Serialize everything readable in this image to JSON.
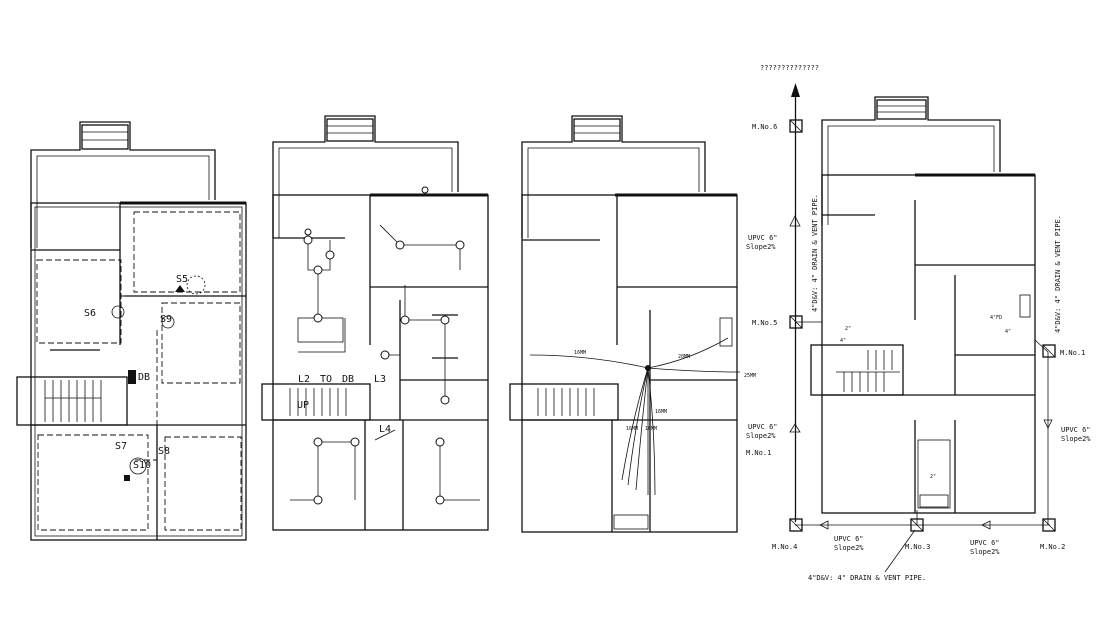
{
  "plan1": {
    "switches": [
      "S5",
      "S6",
      "S9",
      "S7",
      "S8",
      "S10"
    ],
    "db": "DB"
  },
  "plan2": {
    "lights": [
      "L2",
      "L3",
      "L4"
    ],
    "db": "DB",
    "up": "UP",
    "to": "TO"
  },
  "plan3": {
    "pipes": [
      "16MM",
      "20MM",
      "16MM",
      "16MM",
      "16MM",
      "25MM"
    ]
  },
  "plan4": {
    "header": "??????????????",
    "manholes": [
      "M.No.6",
      "M.No.5",
      "M.No.1",
      "M.No.4",
      "M.No.3",
      "M.No.2"
    ],
    "pipe_left_1": "UPVC 6\"",
    "slope_left_1": "Slope2%",
    "pipe_left_2": "UPVC 6\"",
    "slope_left_2": "Slope2%",
    "pipe_right": "UPVC 6\"",
    "slope_right": "Slope2%",
    "pipe_bottom_1": "UPVC 6\"",
    "slope_bottom_1": "Slope2%",
    "pipe_bottom_2": "UPVC 6\"",
    "slope_bottom_2": "Slope2%",
    "vent_left": "4\"D&V: 4\" DRAIN & VENT PIPE.",
    "vent_right": "4\"D&V: 4\" DRAIN & VENT PIPE.",
    "vent_bottom": "4\"D&V: 4\" DRAIN & VENT PIPE.",
    "fd_label": "4\"FD",
    "size_4": "4\"",
    "size_2": "2\""
  }
}
